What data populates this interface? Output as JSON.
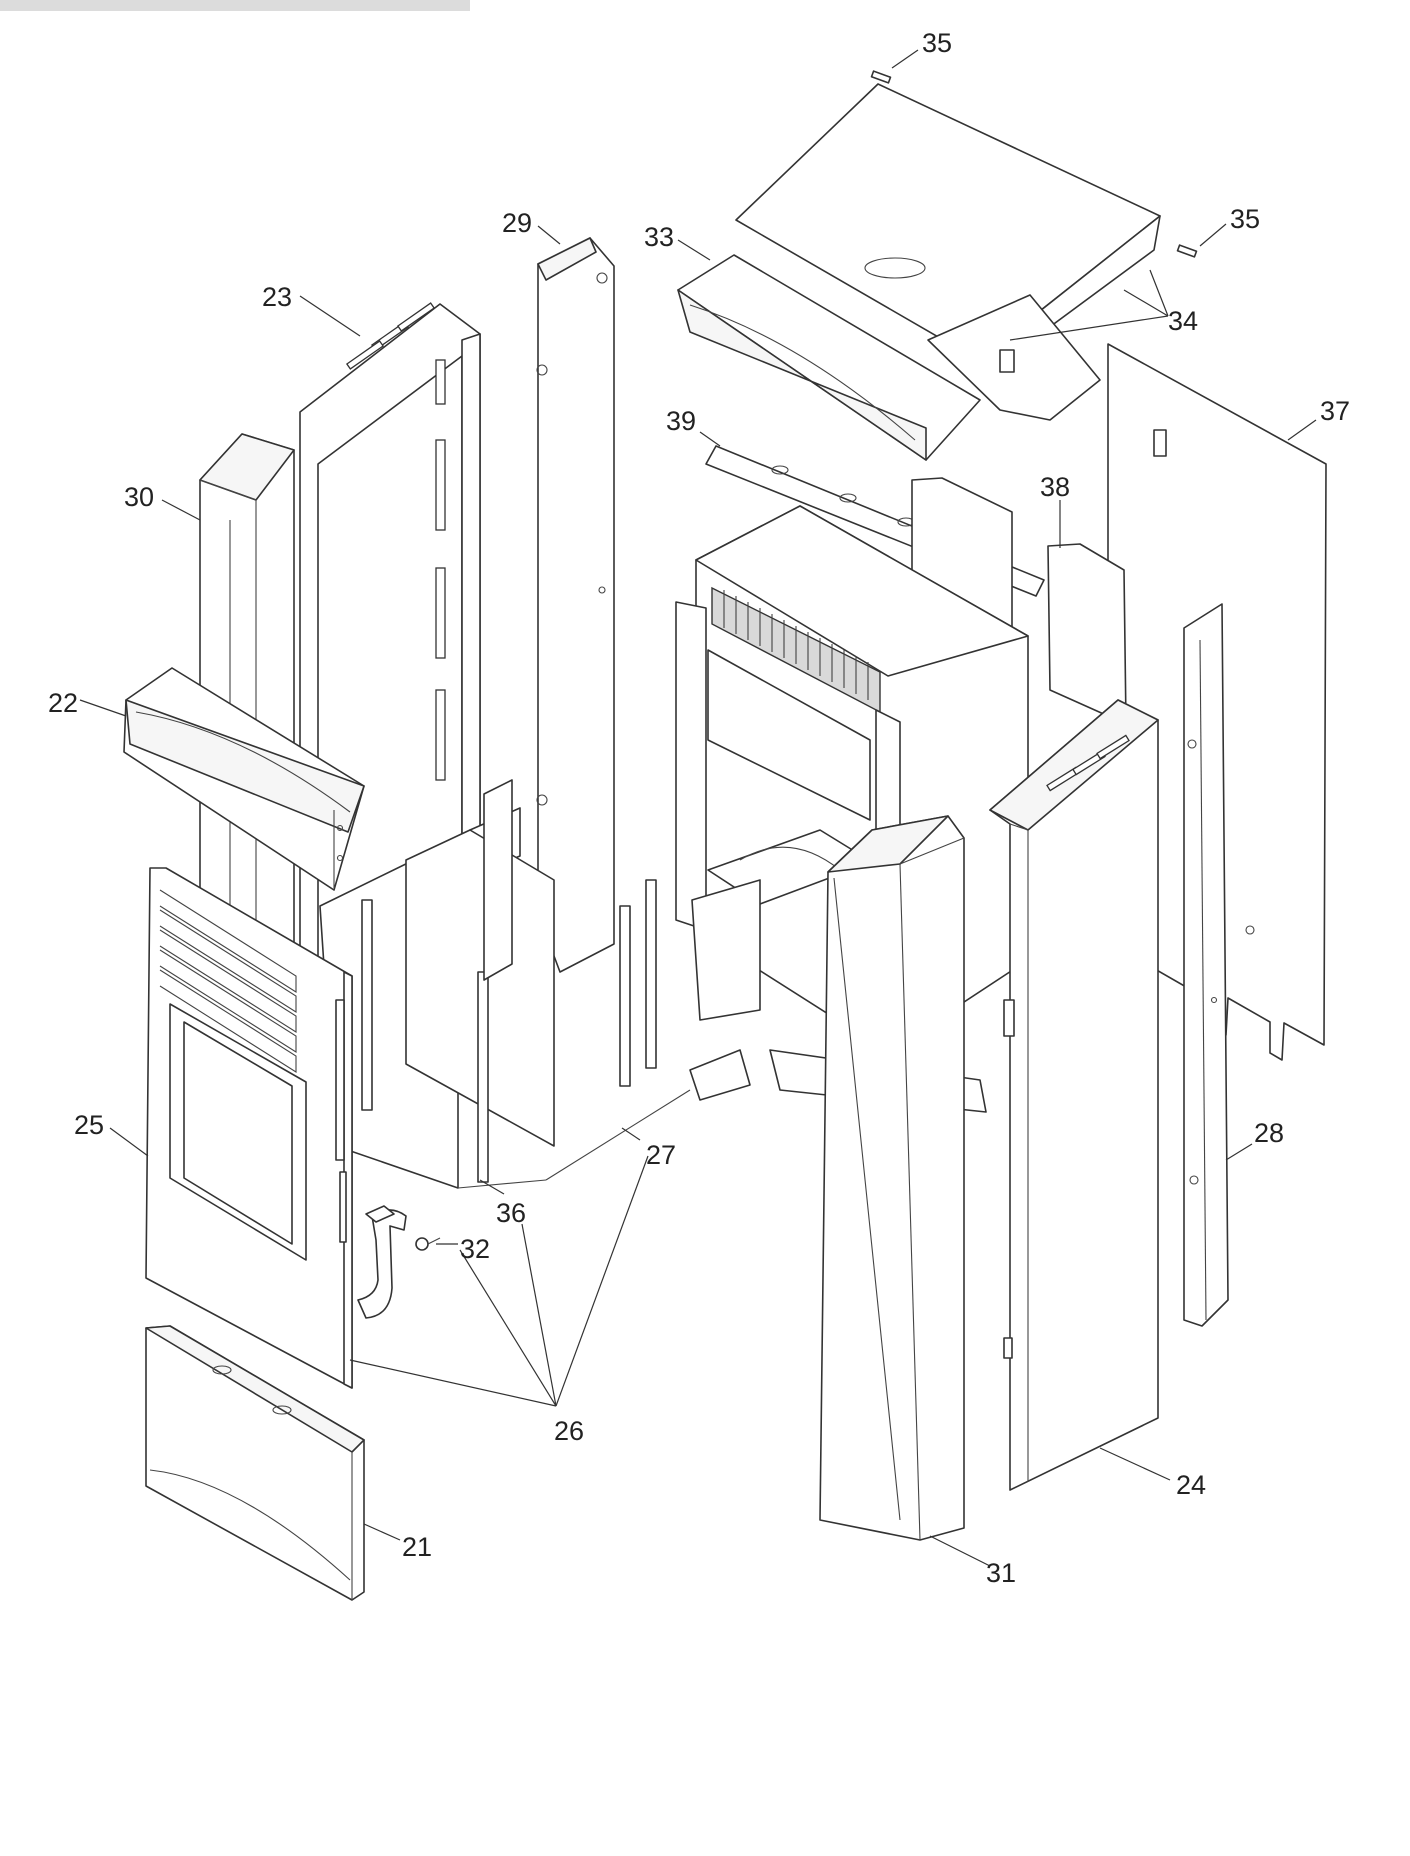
{
  "callouts": [
    "35",
    "35",
    "34",
    "33",
    "29",
    "23",
    "37",
    "39",
    "38",
    "30",
    "22",
    "25",
    "28",
    "27",
    "36",
    "32",
    "26",
    "24",
    "21",
    "31"
  ],
  "colors": {
    "line": "#333333",
    "fill": "#ffffff",
    "background": "#ffffff",
    "top_bar": "#dcdcdc"
  }
}
